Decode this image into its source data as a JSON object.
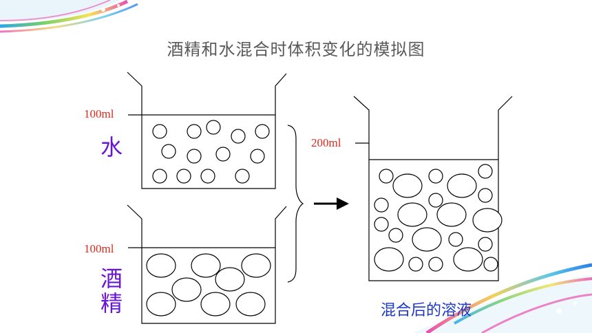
{
  "title": "酒精和水混合时体积变化的模拟图",
  "labels": {
    "water_volume": "100ml",
    "alcohol_volume": "100ml",
    "mixed_volume": "200ml",
    "water": "水",
    "alcohol_line1": "酒",
    "alcohol_line2": "精",
    "result": "混合后的溶液"
  },
  "colors": {
    "volume_text": "#e0291d",
    "substance_text": "#6a14d6",
    "result_text": "#1a36c9",
    "title_text": "#595959"
  }
}
